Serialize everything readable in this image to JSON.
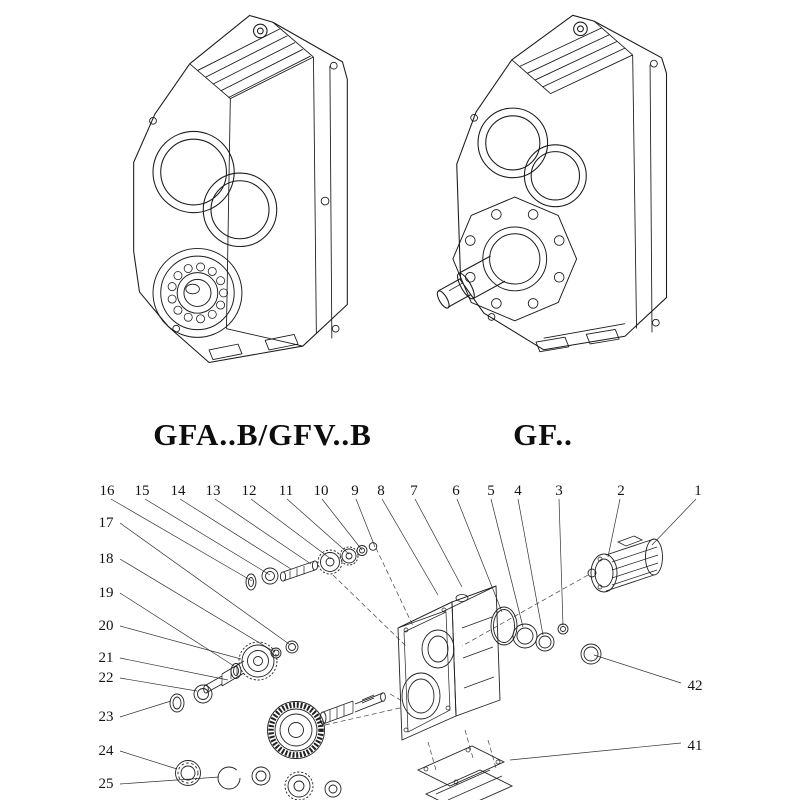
{
  "captions": {
    "left": "GFA..B/GFV..B",
    "right": "GF.."
  },
  "exploded": {
    "top_numbers": [
      "16",
      "15",
      "14",
      "13",
      "12",
      "11",
      "10",
      "9",
      "8",
      "7",
      "6",
      "5",
      "4",
      "3",
      "2",
      "1"
    ],
    "left_numbers": [
      "17",
      "18",
      "19",
      "20",
      "21",
      "22",
      "23",
      "24",
      "25"
    ],
    "right_numbers": [
      "42",
      "41"
    ]
  },
  "colors": {
    "ink": "#1b1b1b",
    "paper": "#ffffff"
  }
}
